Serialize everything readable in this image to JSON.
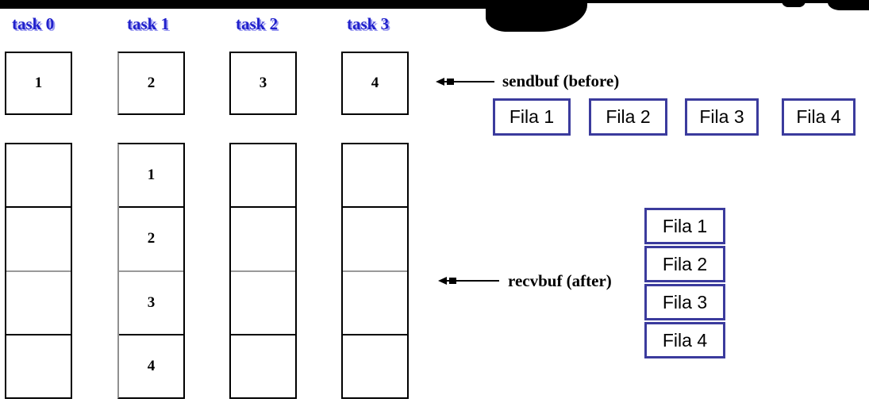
{
  "colors": {
    "label_blue": "#2121cc",
    "label_halo": "#9a9af0",
    "border_blue": "#3b3b9d"
  },
  "tasks": [
    {
      "label": "task 0",
      "sendbuf_value": "1",
      "recvbuf_cells": [
        "",
        "",
        "",
        ""
      ]
    },
    {
      "label": "task 1",
      "sendbuf_value": "2",
      "recvbuf_cells": [
        "1",
        "2",
        "3",
        "4"
      ]
    },
    {
      "label": "task 2",
      "sendbuf_value": "3",
      "recvbuf_cells": [
        "",
        "",
        "",
        ""
      ]
    },
    {
      "label": "task 3",
      "sendbuf_value": "4",
      "recvbuf_cells": [
        "",
        "",
        "",
        ""
      ]
    }
  ],
  "annotations": {
    "sendbuf": "sendbuf (before)",
    "recvbuf": "recvbuf (after)"
  },
  "fila_row": [
    "Fila 1",
    "Fila 2",
    "Fila 3",
    "Fila 4"
  ],
  "fila_stack": [
    "Fila 1",
    "Fila 2",
    "Fila 3",
    "Fila 4"
  ]
}
